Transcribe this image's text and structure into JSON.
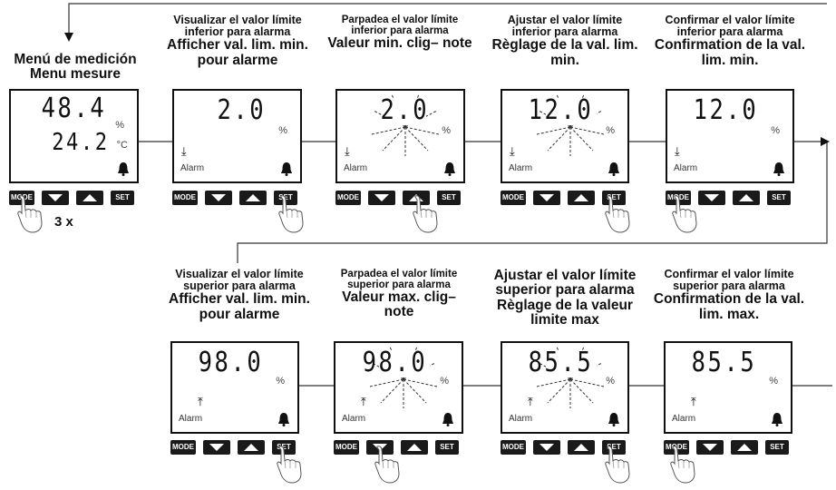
{
  "steps": [
    {
      "cap1": "Menú de medición",
      "cap2": "Menu mesure",
      "value": "48.4",
      "value2": "24.2",
      "unit1": "%",
      "unit2": "°C",
      "press_count": "3 x"
    },
    {
      "cap1": "Visualizar el valor límite inferior para alarma",
      "cap2": "Afficher val. lim. min. pour alarme",
      "value": "2.0",
      "unit": "%",
      "alarm": "Alarm"
    },
    {
      "cap1": "Parpadea el valor límite inferior para alarma",
      "cap2": "Valeur min. clig– note",
      "value": "2.0",
      "unit": "%",
      "alarm": "Alarm"
    },
    {
      "cap1": "Ajustar el valor límite inferior para alarma",
      "cap2": "Règlage de la val. lim. min.",
      "value": "12.0",
      "unit": "%",
      "alarm": "Alarm"
    },
    {
      "cap1": "Confirmar el valor límite inferior para alarma",
      "cap2": "Confirmation de la val. lim. min.",
      "value": "12.0",
      "unit": "%",
      "alarm": "Alarm"
    },
    {
      "cap1": "Visualizar el valor límite superior para alarma",
      "cap2": "Afficher val. lim. min. pour alarme",
      "value": "98.0",
      "unit": "%",
      "alarm": "Alarm"
    },
    {
      "cap1": "Parpadea el valor límite superior para alarma",
      "cap2": "Valeur max. clig– note",
      "value": "98.0",
      "unit": "%",
      "alarm": "Alarm"
    },
    {
      "cap1": "Ajustar el valor límite superior para alarma",
      "cap2": "Règlage de la valeur limite max",
      "value": "85.5",
      "unit": "%",
      "alarm": "Alarm"
    },
    {
      "cap1": "Confirmar el valor límite superior para alarma",
      "cap2": "Confirmation de la val. lim. max.",
      "value": "85.5",
      "unit": "%",
      "alarm": "Alarm"
    }
  ],
  "buttons": {
    "mode": "MODE",
    "set": "SET"
  }
}
